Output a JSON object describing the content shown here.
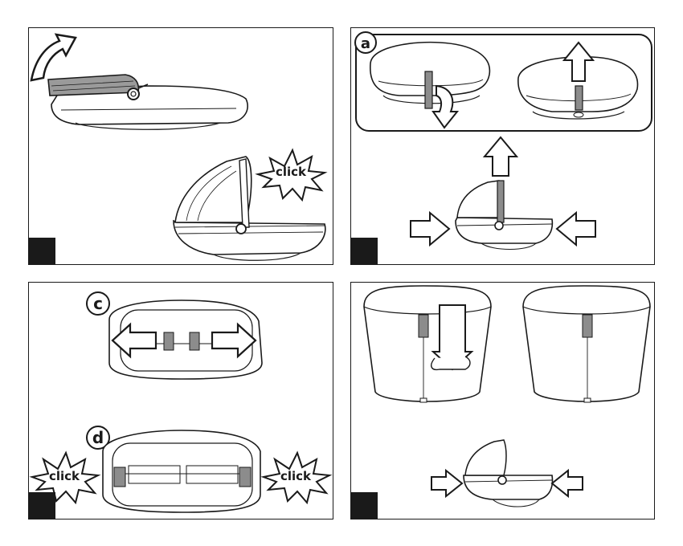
{
  "panels": {
    "p1": {
      "burst_text": "click"
    },
    "p2": {
      "badge_text": "a"
    },
    "p3": {
      "badge_c": "c",
      "badge_d": "d",
      "burst_left": "click",
      "burst_right": "click"
    },
    "p4": {}
  },
  "colors": {
    "line": "#1a1a1a",
    "strap": "#8c8c8c",
    "hood": "#9a9a9a",
    "fill": "#ffffff"
  }
}
